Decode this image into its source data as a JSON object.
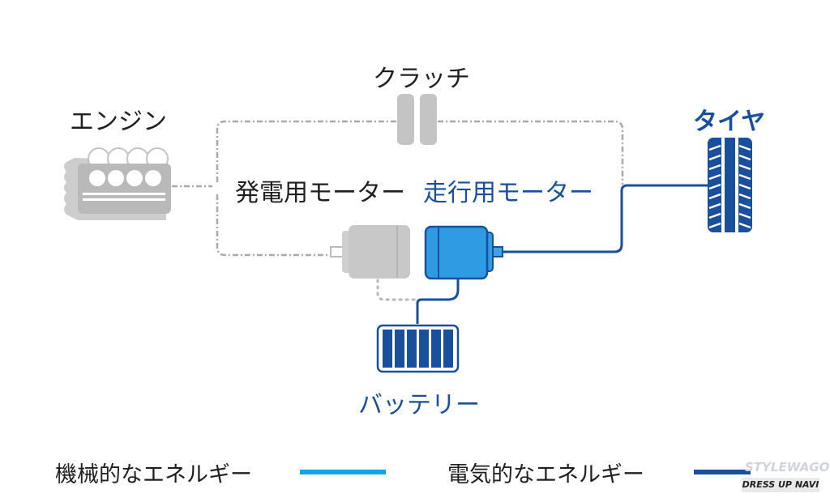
{
  "labels": {
    "engine": "エンジン",
    "clutch": "クラッチ",
    "tire": "タイヤ",
    "generator_motor": "発電用モーター",
    "drive_motor": "走行用モーター",
    "battery": "バッテリー"
  },
  "legend": [
    {
      "label": "機械的なエネルギー",
      "color": "#0ea5e9",
      "meaning": "mechanical-energy"
    },
    {
      "label": "電気的なエネルギー",
      "color": "#1a4f9c",
      "meaning": "electrical-energy"
    }
  ],
  "colors": {
    "gray_component": "#c4c4c4",
    "gray_line": "#a9a9a9",
    "drive_motor_fill": "#2e9be3",
    "electric_blue": "#1a4f9c",
    "mechanical_blue": "#0ea5e9"
  },
  "watermark": {
    "top": "STYLEWAGON",
    "bottom": "DRESS UP NAVI"
  }
}
